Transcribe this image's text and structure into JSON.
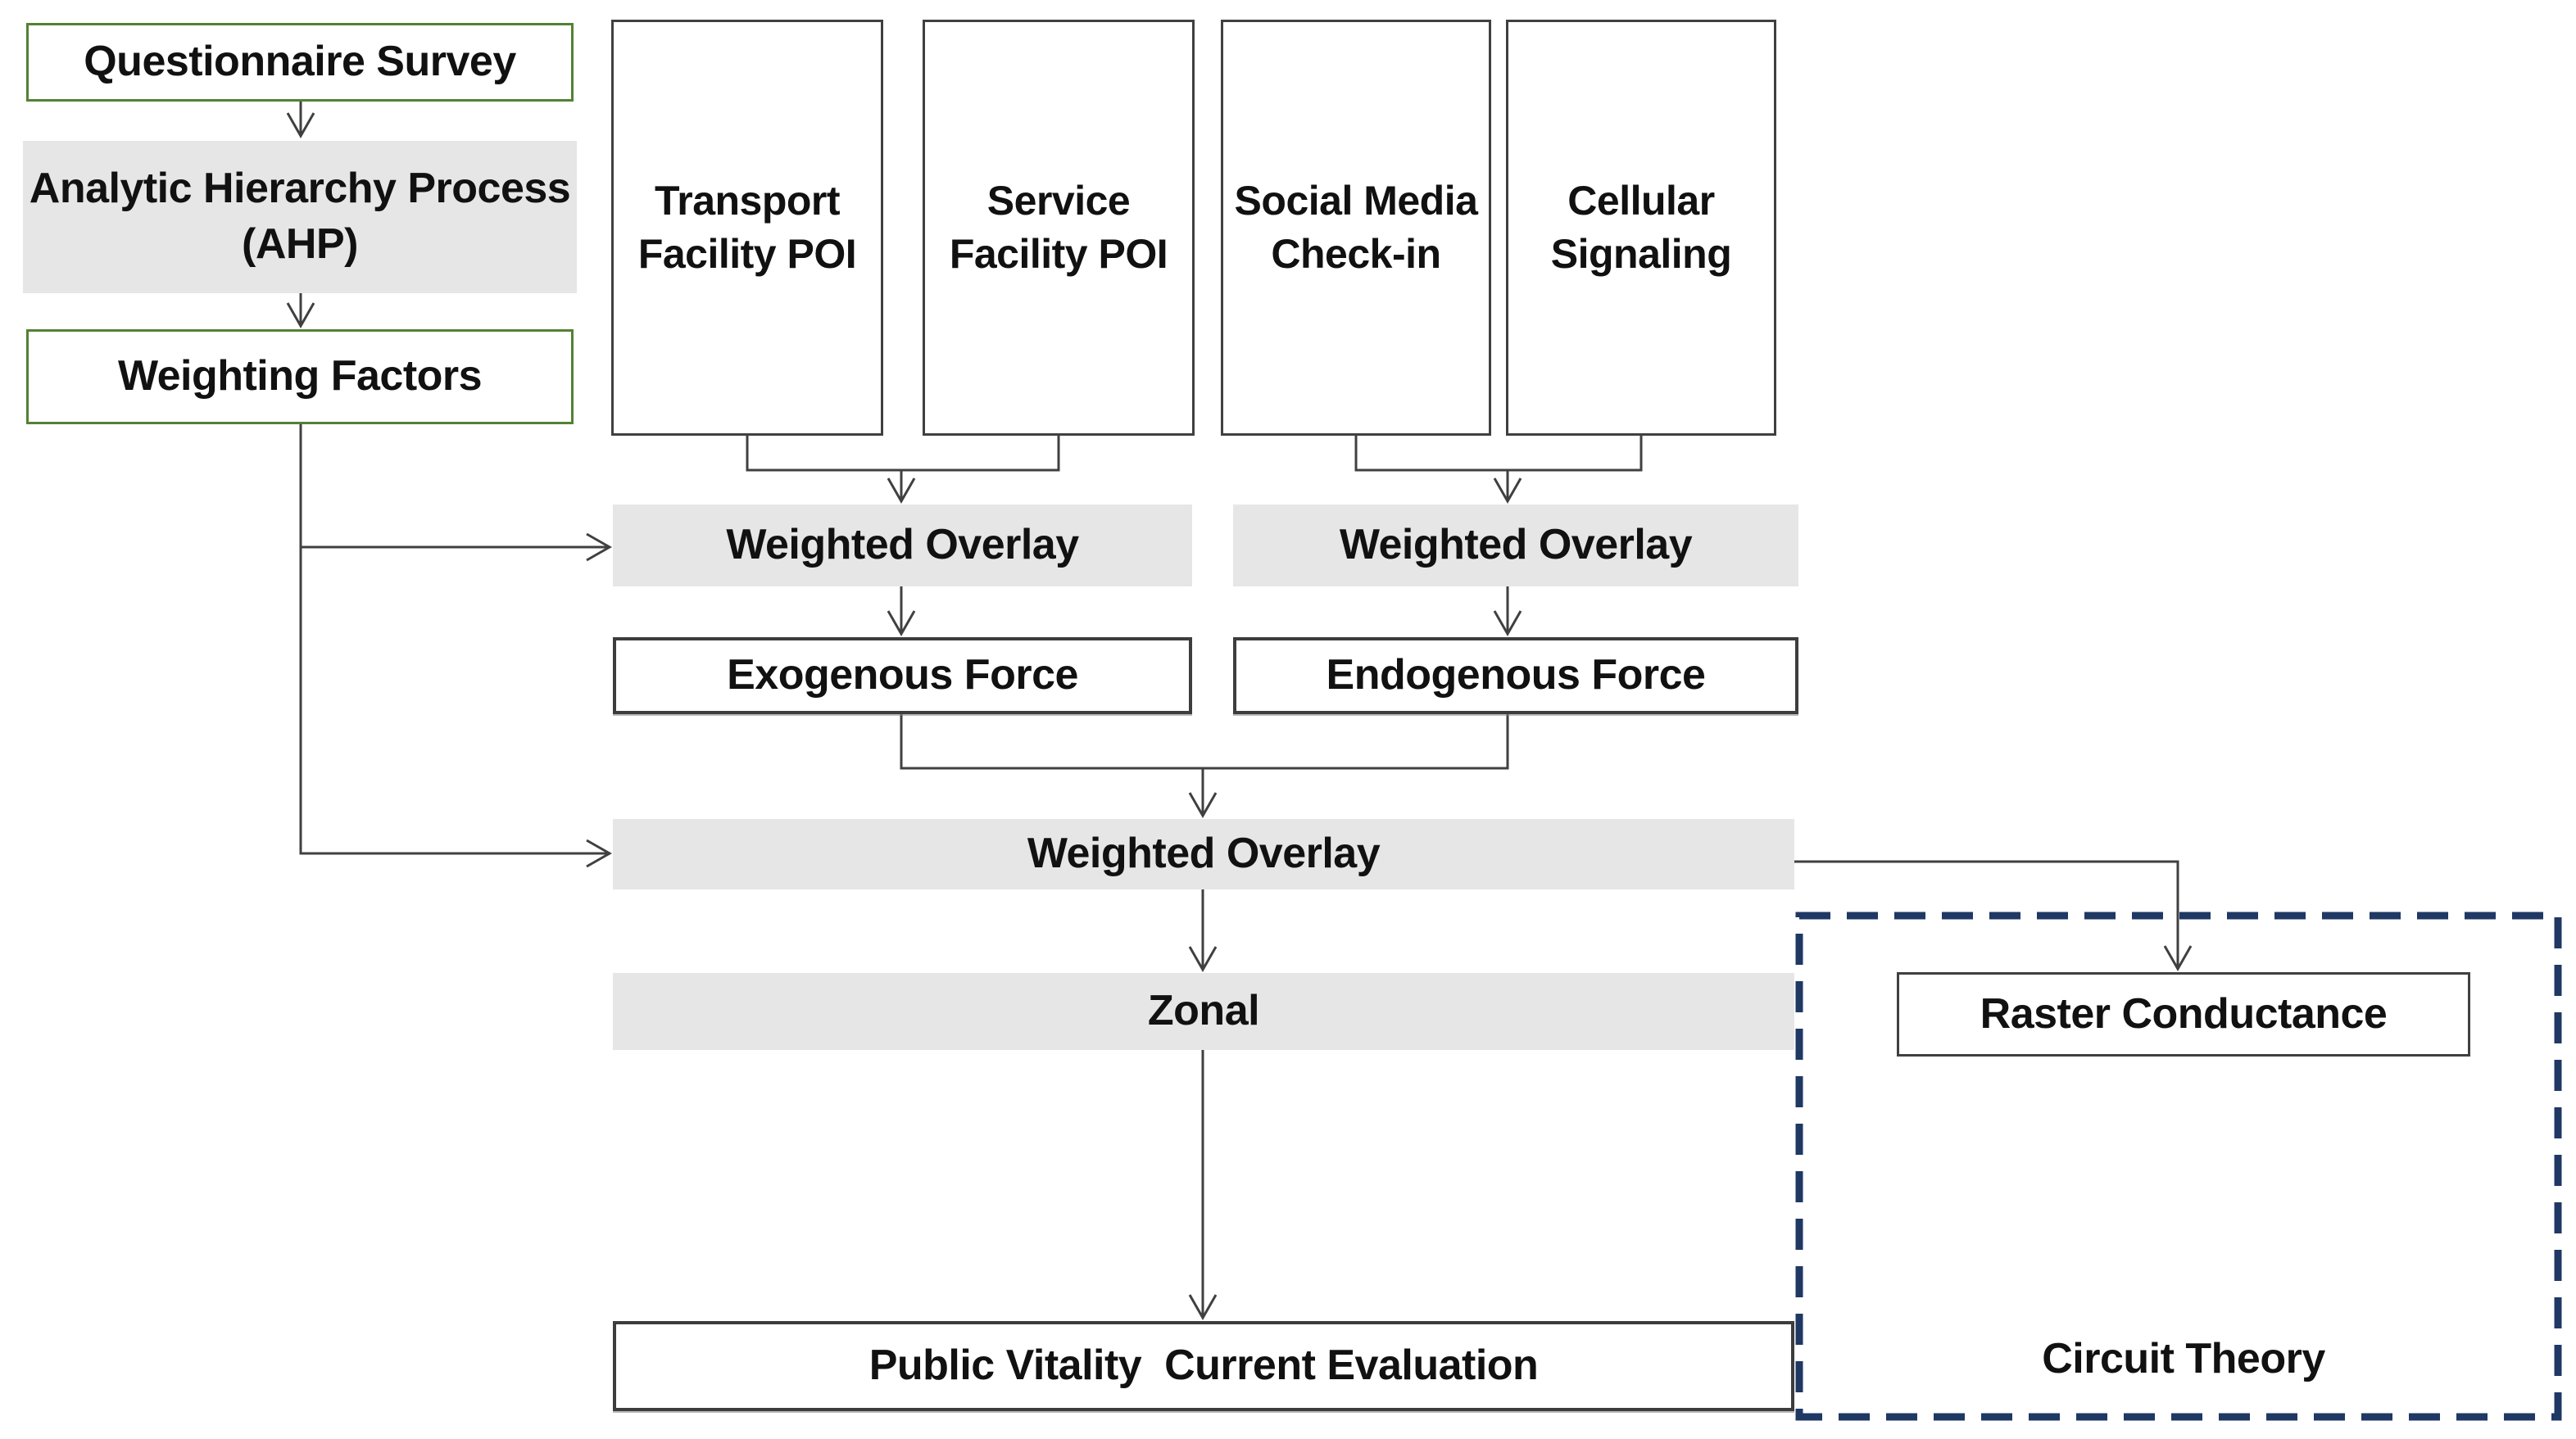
{
  "diagram": {
    "title_hint": "Public vitality evaluation workflow flowchart",
    "colors": {
      "green_border": "#538135",
      "gray_fill": "#e6e6e6",
      "navy_dashed_border": "#1f3864",
      "connector_line": "#404040",
      "box_border": "#404040",
      "text": "#111111",
      "background": "#ffffff"
    },
    "nodes": {
      "questionnaire_survey": "Questionnaire Survey",
      "ahp": "Analytic Hierarchy Process (AHP)",
      "weighting_factors": "Weighting Factors",
      "transport_poi": "Transport Facility POI",
      "service_poi": "Service Facility POI",
      "social_checkin": "Social Media Check-in",
      "cellular_signaling": "Cellular Signaling",
      "weighted_overlay_left": "Weighted Overlay",
      "weighted_overlay_right": "Weighted Overlay",
      "exogenous_force": "Exogenous Force",
      "endogenous_force": "Endogenous Force",
      "weighted_overlay_main": "Weighted Overlay",
      "zonal": "Zonal",
      "public_vitality_evaluation": "Public Vitality  Current Evaluation",
      "raster_conductance": "Raster Conductance",
      "circuit_theory": "Circuit Theory"
    }
  }
}
